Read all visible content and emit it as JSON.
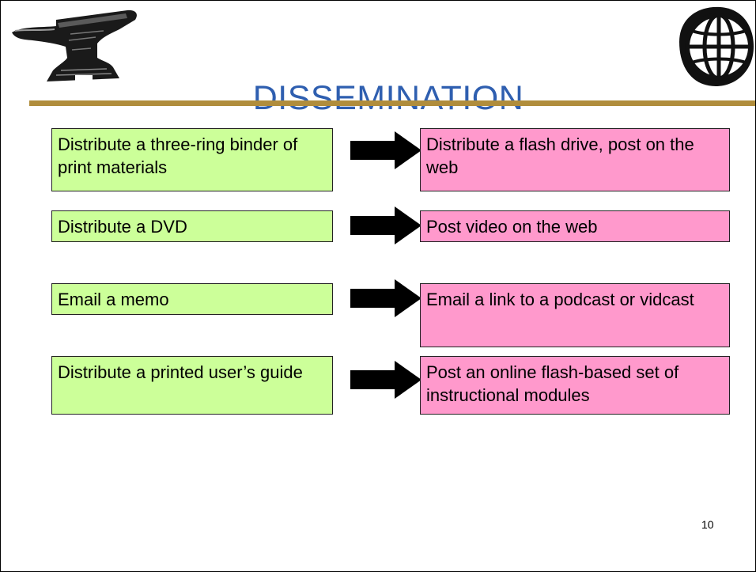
{
  "slide": {
    "title": "DISSEMINATION",
    "page_number": "10",
    "rows": [
      {
        "old": "Distribute a three-ring binder of print materials",
        "new": "Distribute a flash drive, post on the web"
      },
      {
        "old": "Distribute a DVD",
        "new": "Post video on the web"
      },
      {
        "old": "Email a memo",
        "new": "Email a link to a podcast or vidcast"
      },
      {
        "old": "Distribute a printed user’s guide",
        "new": "Post an online flash-based set of instructional modules"
      }
    ]
  },
  "colors": {
    "title": "#2f5fb0",
    "rule": "#b08d3c",
    "old_box": "#ccff99",
    "new_box": "#ff99cc",
    "arrow": "#000000"
  },
  "icons": [
    "anvil-icon",
    "globe-icon",
    "right-arrow-icon"
  ]
}
